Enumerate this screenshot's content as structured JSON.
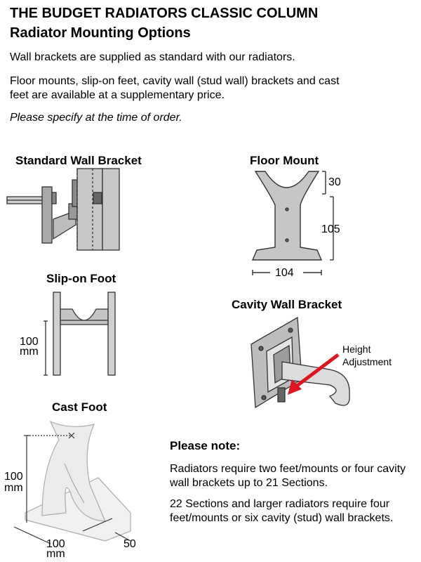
{
  "header": {
    "title_line1": "THE BUDGET RADIATORS CLASSIC COLUMN",
    "title_line2": "Radiator Mounting Options"
  },
  "intro": {
    "line1": "Wall brackets are supplied as standard with our radiators.",
    "line2": "Floor mounts, slip-on feet, cavity wall (stud wall) brackets and cast feet are available at a supplementary price.",
    "line3": "Please specify at the time of order."
  },
  "diagrams": {
    "wall_bracket": {
      "title": "Standard Wall Bracket"
    },
    "floor_mount": {
      "title": "Floor Mount",
      "dim_top": "30",
      "dim_height": "105",
      "dim_width": "104"
    },
    "slip_on_foot": {
      "title": "Slip-on Foot",
      "dim_height": "100",
      "dim_unit": "mm"
    },
    "cavity_wall_bracket": {
      "title": "Cavity Wall Bracket",
      "callout_line1": "Height",
      "callout_line2": "Adjustment",
      "callout_color": "#e0141e"
    },
    "cast_foot": {
      "title": "Cast Foot",
      "dim_height": "100",
      "dim_height_unit": "mm",
      "dim_width": "100",
      "dim_width_unit": "mm",
      "dim_depth": "50"
    }
  },
  "note": {
    "title": "Please note:",
    "para1": "Radiators require two feet/mounts or four cavity wall brackets up to 21 Sections.",
    "para2": "22 Sections and larger radiators require four feet/mounts or six cavity (stud) wall brackets."
  }
}
